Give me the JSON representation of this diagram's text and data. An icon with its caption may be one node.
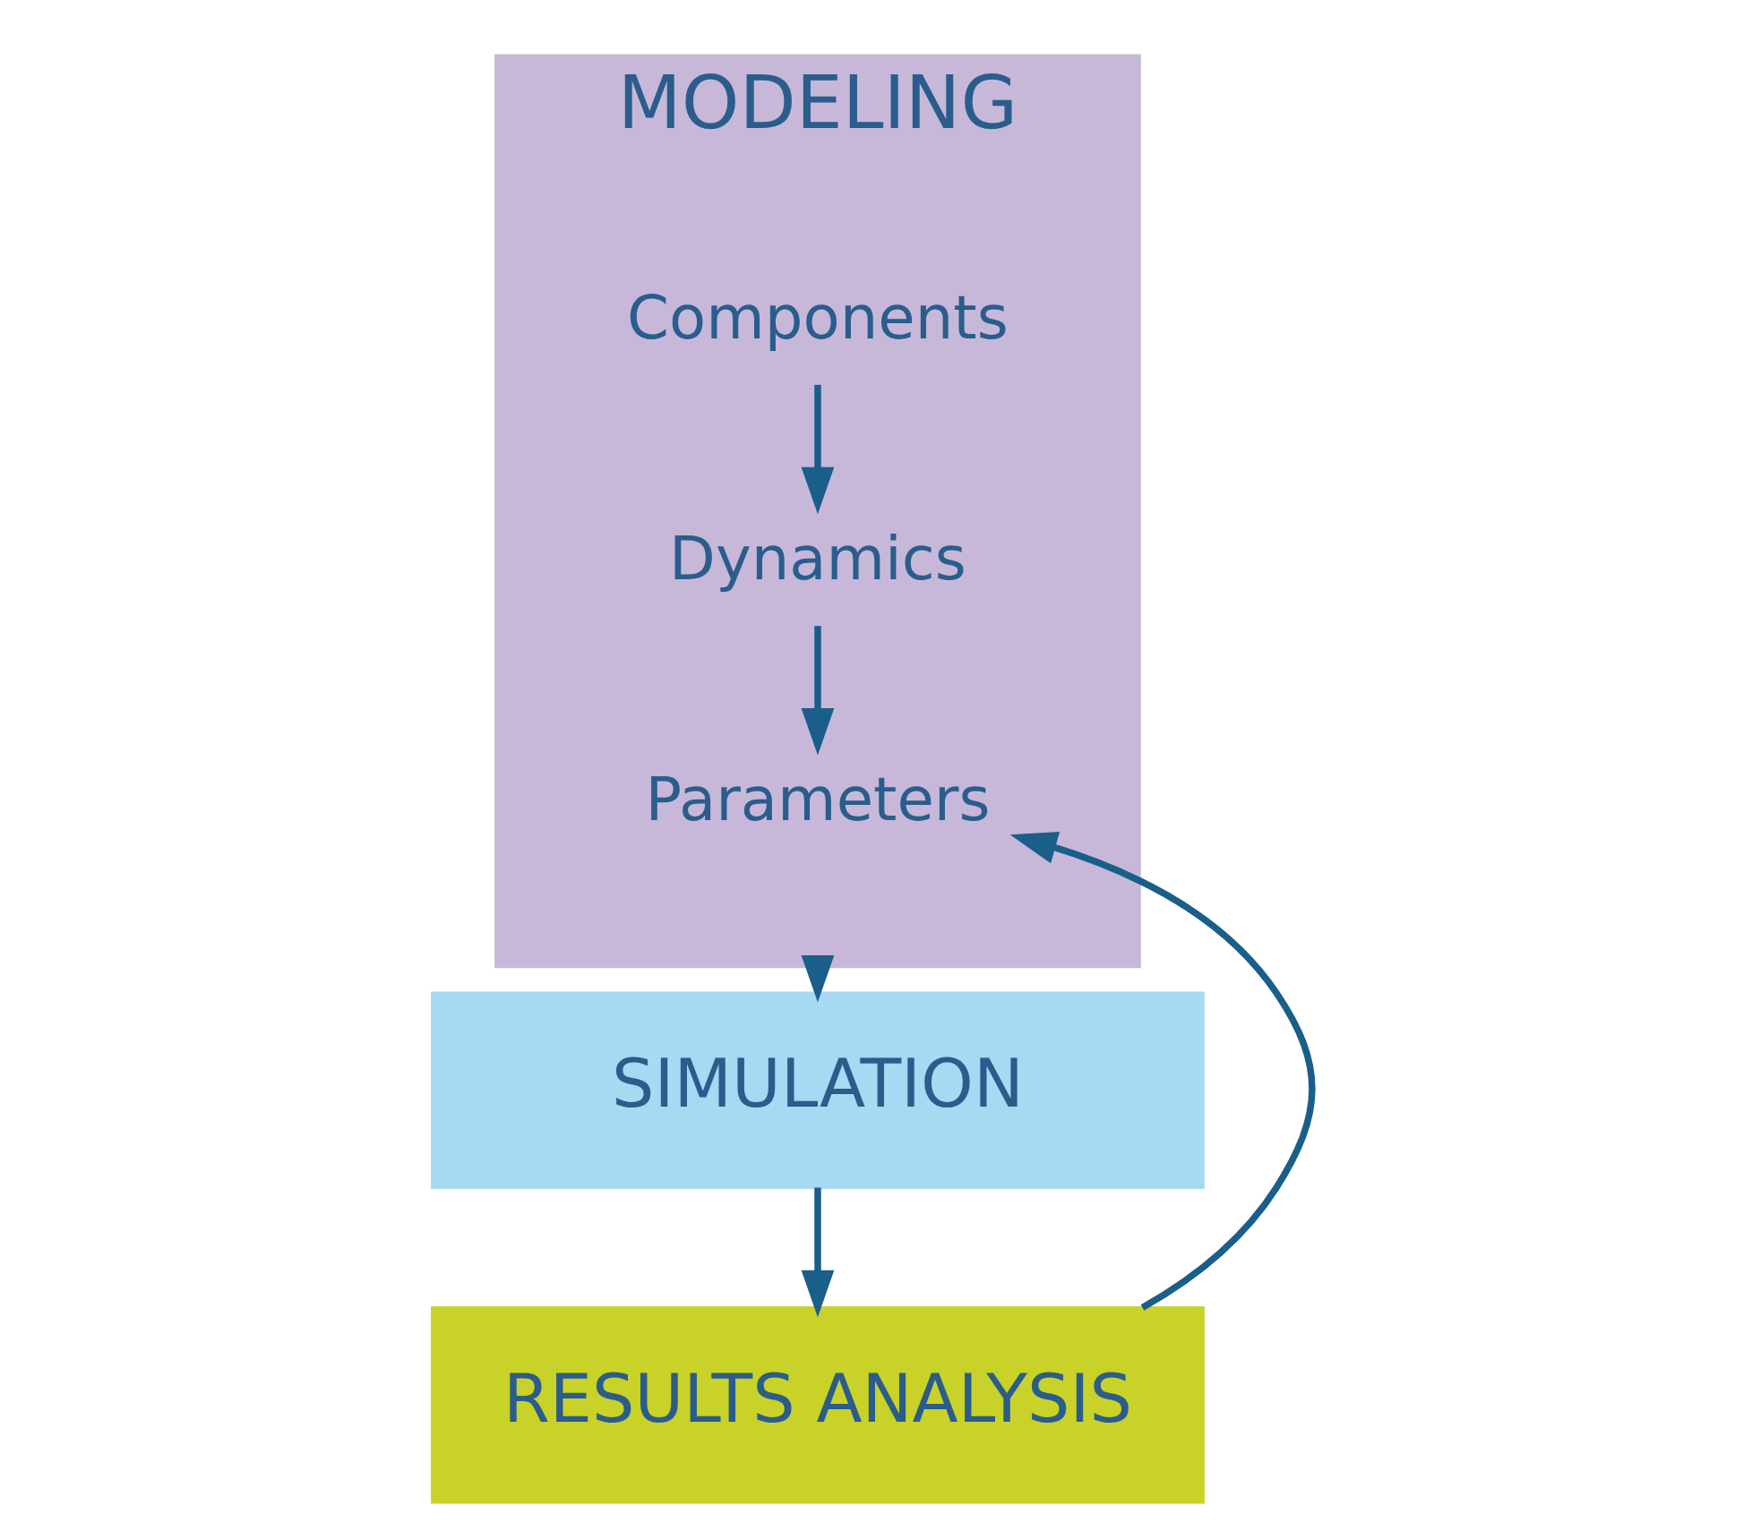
{
  "diagram": {
    "nodes": [
      {
        "text": [
          "MODELING"
        ]
      },
      {
        "text": [
          "Components"
        ],
        "in": 0
      },
      {
        "text": [
          "Dynamics"
        ],
        "in": 0
      },
      {
        "text": [
          "Parameters"
        ],
        "in": 0
      },
      {
        "text": [
          "SIMULATION"
        ]
      },
      {
        "text": [
          "RESULTS ANALYSIS"
        ]
      }
    ],
    "edges": [
      {
        "from": 1,
        "to": 2,
        "arrow": "to"
      },
      {
        "from": 2,
        "to": 3,
        "arrow": "to"
      },
      {
        "from": 0,
        "to": 4,
        "arrow": "to"
      },
      {
        "from": 4,
        "to": 5,
        "arrow": "to"
      },
      {
        "from": 5,
        "to": 3,
        "arrow": "to"
      }
    ]
  }
}
